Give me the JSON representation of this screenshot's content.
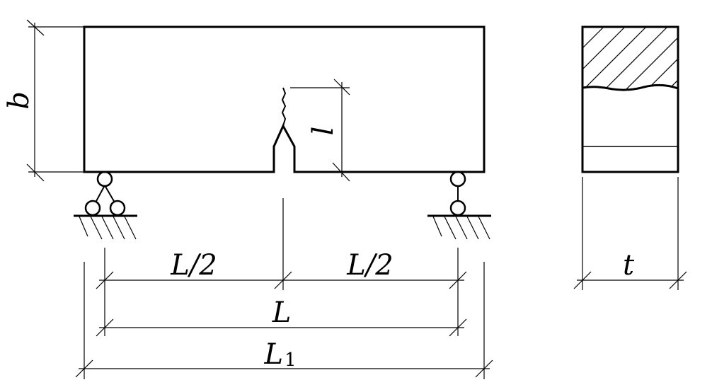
{
  "labels": {
    "b": "b",
    "l": "l",
    "half_left": "L/2",
    "half_right": "L/2",
    "span": "L",
    "total_main": "L",
    "total_sub": "1",
    "thickness": "t"
  }
}
